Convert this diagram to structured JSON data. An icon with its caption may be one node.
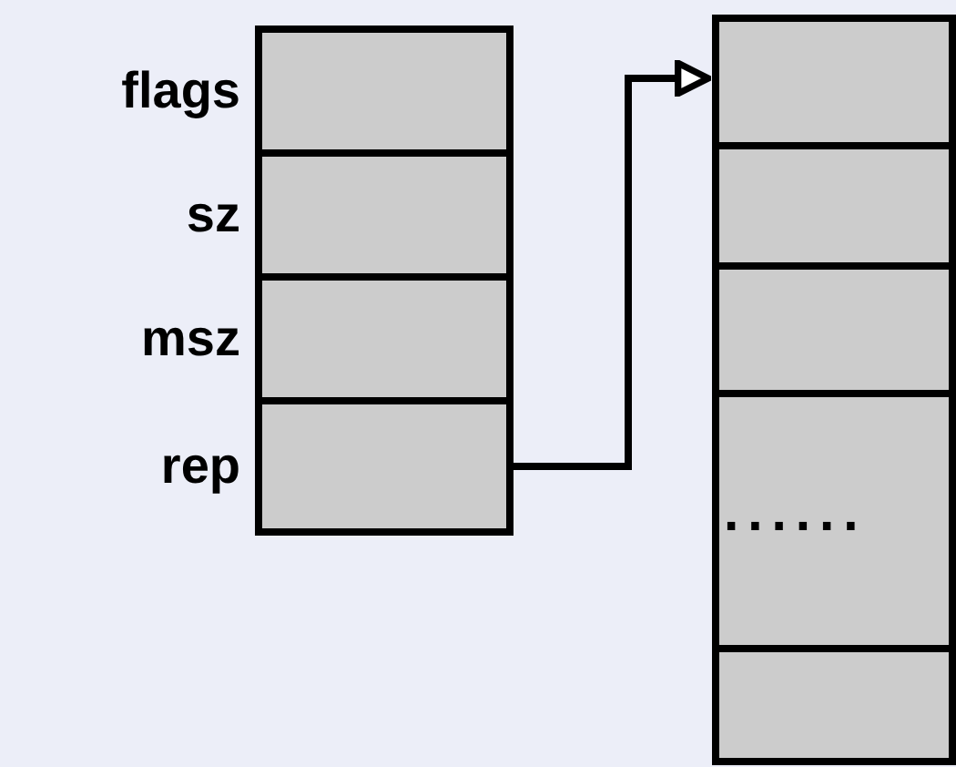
{
  "diagram": {
    "nodes": [
      {
        "text": [
          "flags"
        ]
      },
      {
        "text": [
          "sz"
        ]
      },
      {
        "text": [
          "msz"
        ]
      },
      {
        "text": [
          "rep"
        ]
      },
      {
        "text": [],
        "shape": "box"
      },
      {
        "text": [],
        "shape": "box"
      },
      {
        "text": [],
        "shape": "box"
      },
      {
        "text": [
          "......"
        ]
      },
      {
        "text": [],
        "shape": "box"
      }
    ],
    "edges": [
      {
        "from": 3,
        "to": 4,
        "arrow": "to"
      }
    ]
  }
}
